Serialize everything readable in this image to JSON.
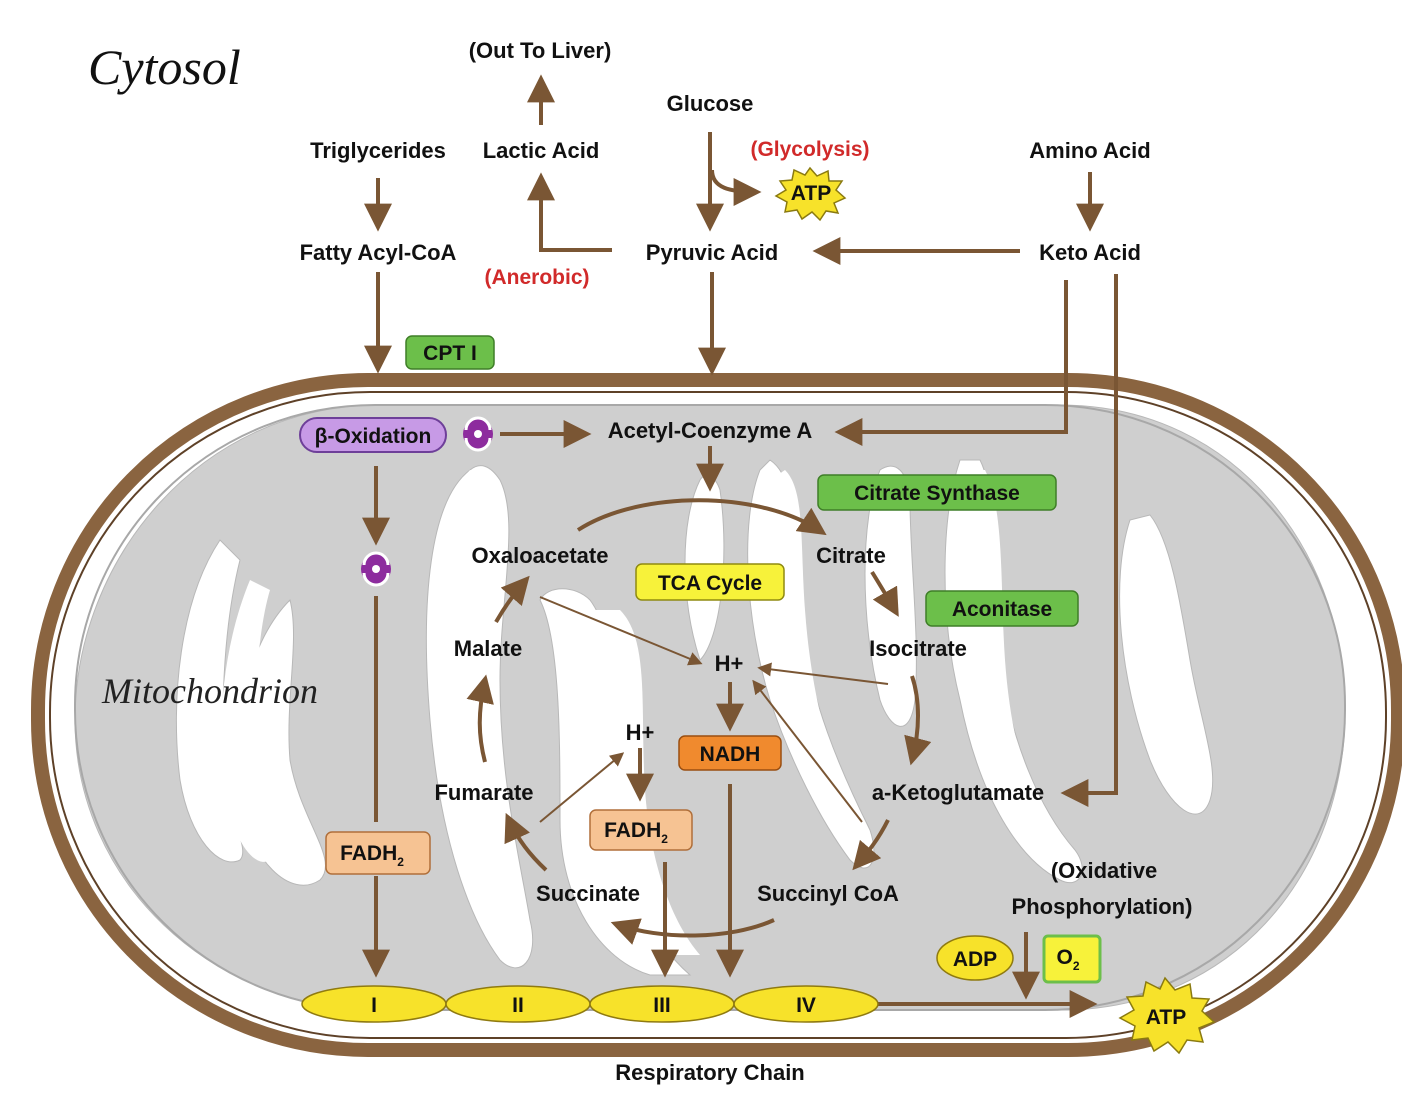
{
  "regions": {
    "cytosol": "Cytosol",
    "mitochondrion": "Mitochondrion"
  },
  "molecules": {
    "out_to_liver": "(Out To Liver)",
    "glucose": "Glucose",
    "triglycerides": "Triglycerides",
    "lactic_acid": "Lactic Acid",
    "amino_acid": "Amino Acid",
    "fatty_acyl_coa": "Fatty Acyl-CoA",
    "pyruvic_acid": "Pyruvic Acid",
    "keto_acid": "Keto Acid",
    "acetyl_coa": "Acetyl-Coenzyme A",
    "oxaloacetate": "Oxaloacetate",
    "citrate": "Citrate",
    "malate": "Malate",
    "isocitrate": "Isocitrate",
    "h_plus_top": "H+",
    "h_plus_mid": "H+",
    "fumarate": "Fumarate",
    "a_ketoglutamate": "a-Ketoglutamate",
    "succinate": "Succinate",
    "succinyl_coa": "Succinyl CoA",
    "oxidative_1": "(Oxidative",
    "oxidative_2": "Phosphorylation)",
    "respiratory_chain": "Respiratory Chain"
  },
  "process_labels": {
    "glycolysis": "(Glycolysis)",
    "anerobic": "(Anerobic)"
  },
  "boxes": {
    "cpt1": "CPT I",
    "beta_oxidation": "β-Oxidation",
    "citrate_synthase": "Citrate Synthase",
    "tca_cycle": "TCA Cycle",
    "aconitase": "Aconitase",
    "nadh": "NADH",
    "fadh2_left": "FADH",
    "fadh2_left_sub": "2",
    "fadh2_mid": "FADH",
    "fadh2_mid_sub": "2",
    "adp": "ADP",
    "o2": "O",
    "o2_sub": "2"
  },
  "atp": {
    "small": "ATP",
    "large": "ATP"
  },
  "complexes": [
    "I",
    "II",
    "III",
    "IV"
  ],
  "colors": {
    "arrow": "#7a5634",
    "membrane": "#8a6440",
    "matrix": "#cfcfcf",
    "green_box": "#6cbf4a",
    "purple_box": "#c79ae6",
    "yellow_box": "#f7f23a",
    "orange_box": "#f08a2e",
    "peach_box": "#f6c393",
    "complex": "#f7e22a",
    "red_text": "#d12a2a"
  },
  "icons": {
    "recycle": "purple-cycle-icon"
  }
}
